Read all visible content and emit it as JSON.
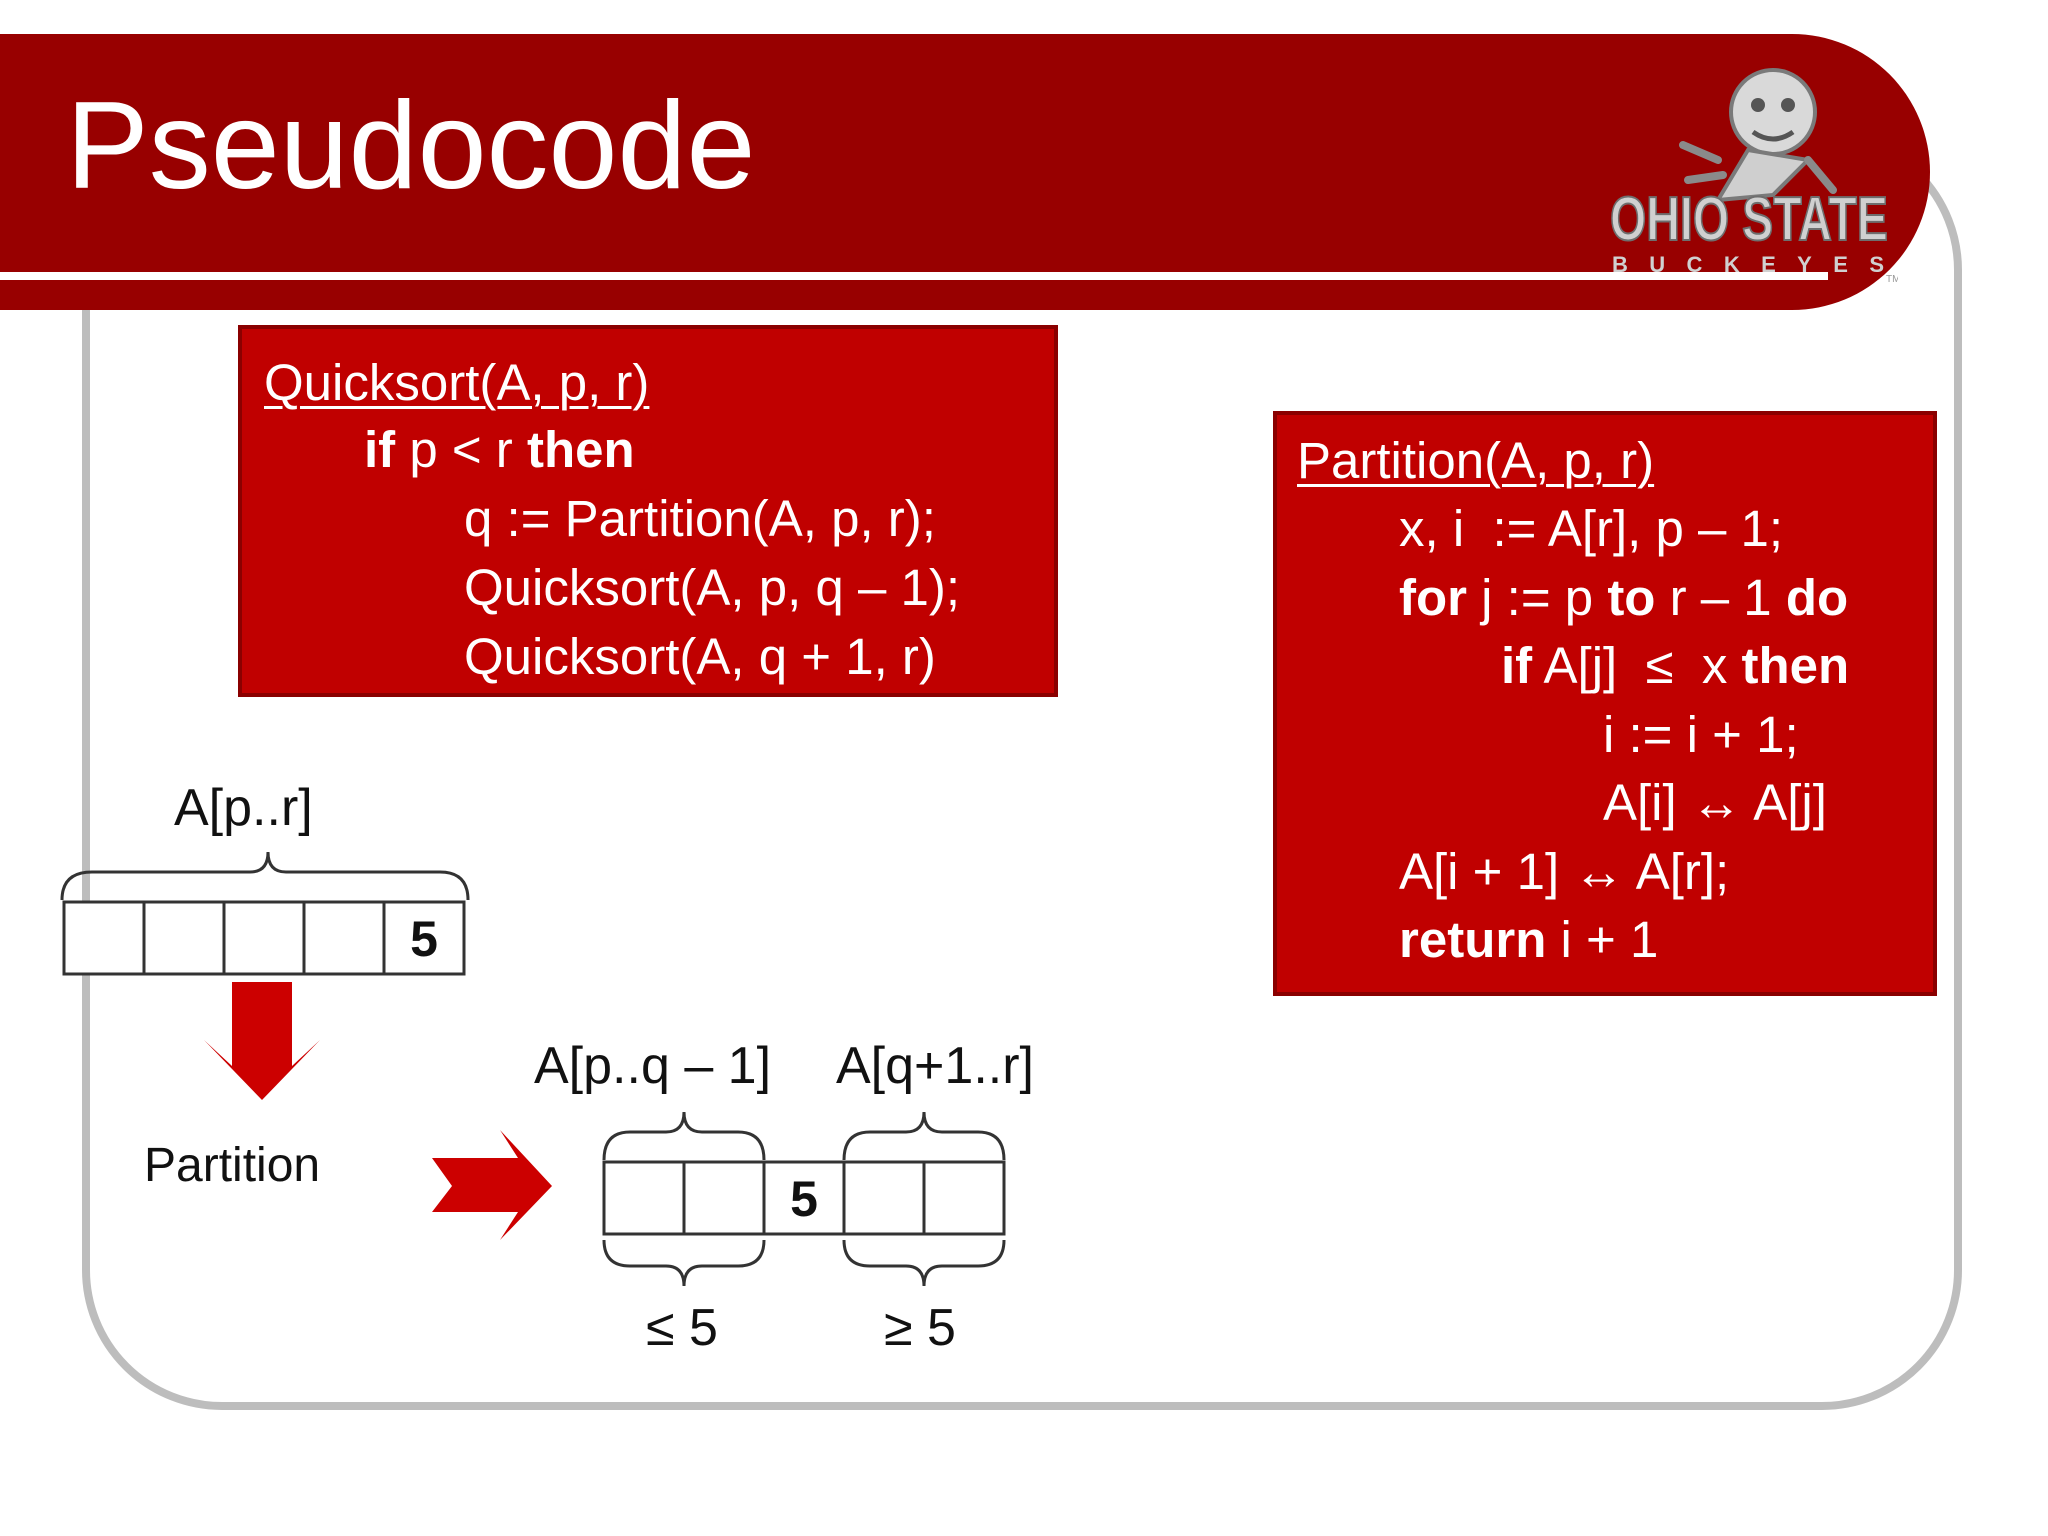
{
  "slide": {
    "title": "Pseudocode",
    "brand_color": "#980000",
    "box_color": "#c00000",
    "frame_color": "#bdbdbd"
  },
  "logo": {
    "line1": "OHIO STATE",
    "line2": "BUCKEYES",
    "tm": "TM"
  },
  "quicksort": {
    "header": "Quicksort(A, p, r)",
    "lines": [
      {
        "indent": 0,
        "parts": [
          {
            "t": "if",
            "b": true
          },
          {
            "t": " p < r "
          },
          {
            "t": "then",
            "b": true
          }
        ]
      },
      {
        "indent": 1,
        "parts": [
          {
            "t": "q := Partition(A, p, r);"
          }
        ]
      },
      {
        "indent": 1,
        "parts": [
          {
            "t": "Quicksort(A, p, q – 1);"
          }
        ]
      },
      {
        "indent": 1,
        "parts": [
          {
            "t": "Quicksort(A, q + 1, r)"
          }
        ]
      }
    ]
  },
  "partition": {
    "header": "Partition(A, p, r)",
    "lines": [
      {
        "indent": 0,
        "parts": [
          {
            "t": "x, i  := A[r], p – 1;"
          }
        ]
      },
      {
        "indent": 0,
        "parts": [
          {
            "t": "for",
            "b": true
          },
          {
            "t": " j := p "
          },
          {
            "t": "to",
            "b": true
          },
          {
            "t": " r – 1 "
          },
          {
            "t": "do",
            "b": true
          }
        ]
      },
      {
        "indent": 1,
        "parts": [
          {
            "t": "if",
            "b": true
          },
          {
            "t": " A[j]  ≤  x "
          },
          {
            "t": "then",
            "b": true
          }
        ]
      },
      {
        "indent": 2,
        "parts": [
          {
            "t": "i := i + 1;"
          }
        ]
      },
      {
        "indent": 2,
        "parts": [
          {
            "t": "A[i] ↔ A[j]"
          }
        ]
      },
      {
        "indent": 0,
        "parts": [
          {
            "t": "A[i + 1] ↔ A[r];"
          }
        ]
      },
      {
        "indent": 0,
        "parts": [
          {
            "t": "return",
            "b": true
          },
          {
            "t": " i + 1"
          }
        ]
      }
    ]
  },
  "diagram": {
    "array_label": "A[p..r]",
    "pivot_value": "5",
    "step_label": "Partition",
    "left_label": "A[p..q – 1]",
    "right_label": "A[q+1..r]",
    "left_condition": "≤ 5",
    "right_condition": "≥ 5"
  }
}
